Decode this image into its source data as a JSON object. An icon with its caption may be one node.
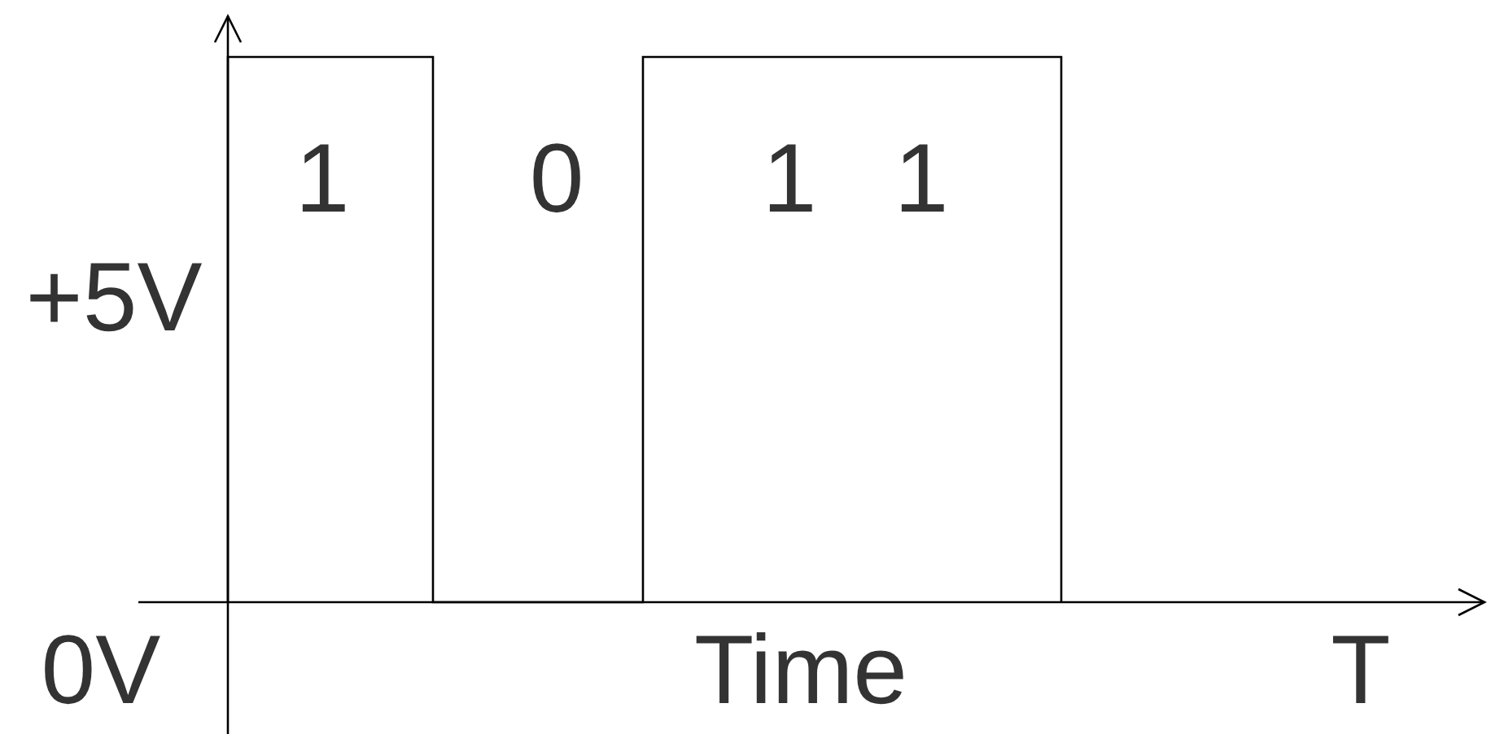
{
  "diagram": {
    "labels": [
      "1",
      "0",
      "1",
      "1",
      "+5V",
      "0V",
      "Time",
      "T"
    ]
  }
}
